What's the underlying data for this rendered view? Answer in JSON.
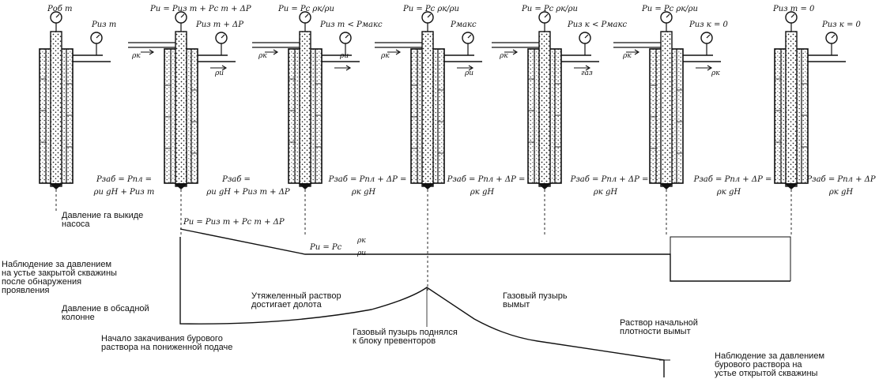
{
  "stages": [
    {
      "top_left": "Pоб т",
      "top_right": "Pиз т",
      "fluid_in": "",
      "fluid_out": "",
      "bottom_line1": "Pзаб = Pпл =",
      "bottom_line2": "ρи gH + Pиз т"
    },
    {
      "top_left": "Pи = Pиз т + Pс т + ΔP",
      "top_right": "Pиз т + ΔP",
      "fluid_in": "ρк",
      "fluid_out": "ρи",
      "bottom_line1": "Pзаб =",
      "bottom_line2": "ρи gH + Pиз т + ΔP"
    },
    {
      "top_left": "Pи = Pс ρк/ρи",
      "top_right": "Pиз т < Pмакс",
      "fluid_in": "ρк",
      "fluid_out": "ρи",
      "bottom_line1": "Pзаб = Pпл + ΔP =",
      "bottom_line2": "ρк gH"
    },
    {
      "top_left": "Pи = Pс ρк/ρи",
      "top_right": "Pмакс",
      "fluid_in": "ρк",
      "fluid_out": "ρи",
      "bottom_line1": "Pзаб = Pпл + ΔP =",
      "bottom_line2": "ρк gH"
    },
    {
      "top_left": "Pи = Pс ρк/ρи",
      "top_right": "Pиз к < Pмакс",
      "fluid_in": "ρк",
      "fluid_out": "газ",
      "bottom_line1": "Pзаб = Pпл + ΔP =",
      "bottom_line2": "ρк gH"
    },
    {
      "top_left": "Pи = Pс ρк/ρи",
      "top_right": "Pиз к = 0",
      "fluid_in": "ρк",
      "fluid_out": "ρк",
      "bottom_line1": "Pзаб = Pпл + ΔP =",
      "bottom_line2": "ρк gH"
    },
    {
      "top_left": "Pиз т = 0",
      "top_right": "Pиз к = 0",
      "fluid_in": "",
      "fluid_out": "",
      "bottom_line1": "Pзаб = Pпл + ΔP",
      "bottom_line2": "ρк gH"
    }
  ],
  "graph": {
    "formula_start": "Pи = Pиз т + Pс т + ΔP",
    "formula_plateau_lhs": "Pи = Pс",
    "formula_plateau_num": "ρк",
    "formula_plateau_den": "ρи"
  },
  "labels": {
    "pump_pressure": "Давление га выкиде\nнасоса",
    "closed_well": "Наблюдение за давлением\nна устье закрытой скважины\nпосле обнаружения\nпроявления",
    "casing_pressure": "Давление в обсадной\nколонне",
    "heavy_mud": "Утяжеленный раствор\nдостигает долота",
    "bubble_out": "Газовый пузырь\nвымыт",
    "pumping_start": "Начало закачивания бурового\nраствора на пониженной подаче",
    "bubble_rise": "Газовый пузырь поднялся\nк блоку превенторов",
    "initial_mud_out": "Раствор начальной\nплотности вымыт",
    "open_well": "Наблюдение за давлением\nбурового раствора на\nустье открытой скважины"
  },
  "colors": {
    "ink": "#111111",
    "paper": "#ffffff"
  }
}
